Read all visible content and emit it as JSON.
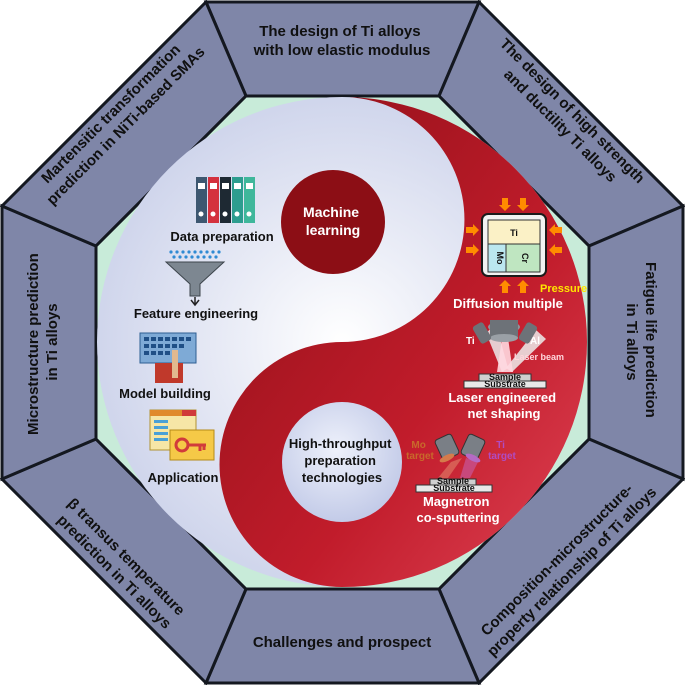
{
  "octagon_segments": {
    "top": [
      "The design of Ti alloys",
      "with low elastic modulus"
    ],
    "top_right": [
      "The design of high strength",
      "and ductility Ti alloys"
    ],
    "right": [
      "Fatigue life prediction",
      "in Ti alloys"
    ],
    "bottom_right": [
      "Composition-microstructure-",
      "property relationship of Ti alloys"
    ],
    "bottom": [
      "Challenges and prospect"
    ],
    "bottom_left": [
      "β transus temperature",
      "prediction in Ti alloys"
    ],
    "left": [
      "Microstructure prediction",
      "in Ti alloys"
    ],
    "top_left": [
      "Martensitic transformation",
      "prediction in NiTi-based SMAs"
    ]
  },
  "yin_yang": {
    "machine_learning": [
      "Machine",
      "learning"
    ],
    "high_throughput": [
      "High-throughput",
      "preparation",
      "technologies"
    ]
  },
  "ml_steps": {
    "data_preparation": "Data preparation",
    "feature_engineering": "Feature engineering",
    "model_building": "Model building",
    "application": "Application"
  },
  "diffusion": {
    "ti": "Ti",
    "mo": "Mo",
    "cr": "Cr",
    "pressure": "Pressure",
    "caption": "Diffusion multiple"
  },
  "lens": {
    "ti": "Ti",
    "al": "Al",
    "laser_beam": "Laser beam",
    "sample": "Sample",
    "substrate": "Substrate",
    "caption": [
      "Laser engineered",
      "net shaping"
    ]
  },
  "magnetron": {
    "mo_target": [
      "Mo",
      "target"
    ],
    "ti_target": [
      "Ti",
      "target"
    ],
    "sample": "Sample",
    "substrate": "Substrate",
    "caption": [
      "Magnetron",
      "co-sputtering"
    ]
  },
  "colors": {
    "octagon_fill": "#7f86a8",
    "octagon_stroke": "#141820",
    "ring_fill": "#c8ebd9",
    "light_half": "#dfe3f1",
    "dark_half": "#b5192a",
    "dark_circle": "#8c0e15",
    "light_circle": "#d3d9ee",
    "pressure_arrow": "#ff8c00",
    "pressure_text": "#ffe600"
  }
}
